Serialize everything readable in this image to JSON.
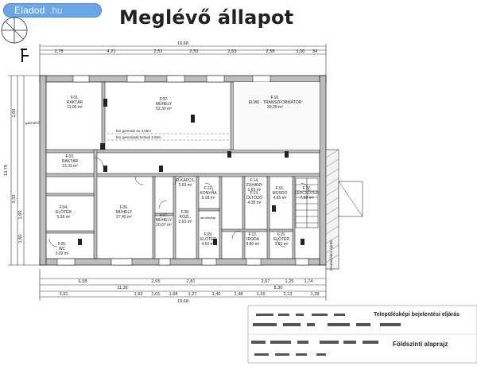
{
  "header": {
    "watermark": {
      "brand": "Eladod",
      "suffix": ".hu"
    },
    "title": "Meglévő állapot"
  },
  "rooms": [
    {
      "id": "f01",
      "code": "F.01.",
      "name": "RAKTÁR",
      "area": "11,00 m²"
    },
    {
      "id": "f02",
      "code": "F.02.",
      "name": "MŰHELY",
      "area": "52,30 m²"
    },
    {
      "id": "f10",
      "code": "F.10.",
      "name": "ELMŰ - TRANSZFORMÁTOR",
      "area": "33,29 m²"
    },
    {
      "id": "f03",
      "code": "F.03.",
      "name": "RAKTÁR",
      "area": "13,33 m²"
    },
    {
      "id": "f04",
      "code": "F.04.",
      "name": "ELŐTÉR",
      "area": "5,09 m²"
    },
    {
      "id": "f05",
      "code": "F.05.",
      "name": "WC",
      "area": "3,09 m²"
    },
    {
      "id": "f06",
      "code": "F.06.",
      "name": "MŰHELY",
      "area": "27,40 m²"
    },
    {
      "id": "f07",
      "code": "F.07.",
      "name": "MŰHELY",
      "area": "10,07 m²"
    },
    {
      "id": "f08",
      "code": "F.08.",
      "name": "KÖZL.",
      "area": "2,93 m²"
    },
    {
      "id": "f09",
      "code": "F.09.",
      "name": "ELŐTÉR",
      "area": "4,52 m²"
    },
    {
      "id": "f11",
      "code": "F.11.",
      "name": "KONYHA",
      "area": "5,18 m²"
    },
    {
      "id": "f12",
      "code": "F.12.",
      "name": "IRODA",
      "area": "9,80 m²"
    },
    {
      "id": "f13",
      "code": "F.13.",
      "name": "ÖLTÖZŐ",
      "area": "4,38 m²"
    },
    {
      "id": "f14",
      "code": "F.14.",
      "name": "ZUHANY",
      "area": "1,65 m²"
    },
    {
      "id": "f15",
      "code": "F.15.",
      "name": "ELŐTÉR",
      "area": "3,93 m²"
    },
    {
      "id": "f16",
      "code": "F.16.",
      "name": "MOSDÓ",
      "area": "4,65 m²"
    },
    {
      "id": "f17",
      "code": "F.17.",
      "name": "LÉPCSŐTÉR",
      "area": "7,60 m²"
    }
  ],
  "labels": {
    "elkapcs": "ELKAPCS.",
    "elkapcs_area": "3,63 m²",
    "gazmero": "gázmérő",
    "beam_note_1": "bm gerenda ao 3,05m",
    "beam_note_2": "bm gerendaalj belsúd 3,05m",
    "szomszed": "szomszédos épület",
    "aknafedlap": "aknafedlap"
  },
  "dims_top": [
    "2,78",
    "4,21",
    "2,51",
    "2,53",
    "2,63",
    "2,58",
    "1,00",
    "34"
  ],
  "dims_total": [
    "19,68",
    "19,68"
  ],
  "dims_bottom_1": [
    "6,58",
    "2,65",
    "2,81",
    "2,07",
    "1,25",
    "1,74"
  ],
  "dims_bottom_2": [
    "11,36",
    "8,30"
  ],
  "dims_bottom_3": [
    "3,91",
    "1,62",
    "1,01",
    "1,68",
    "1,27",
    "1,40",
    "1,48",
    "1,16",
    "2,13",
    "1,28"
  ],
  "dims_left": [
    "1,60",
    "3,33",
    "1,60",
    "1,60"
  ],
  "dims_left_total": "13,78",
  "title_block": {
    "line1": "Településképi bejelentési eljárás",
    "line2": "Földszinti alaprajz"
  }
}
